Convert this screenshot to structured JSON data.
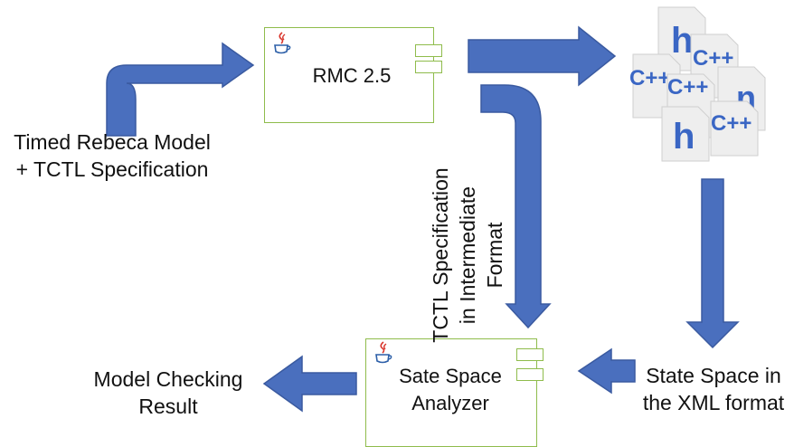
{
  "nodes": {
    "input": "Timed Rebeca Model\n+ TCTL Specification",
    "rmc": "RMC 2.5",
    "analyzer": "Sate Space\nAnalyzer",
    "result": "Model Checking\nResult",
    "xml": "State Space in\nthe XML format"
  },
  "edges": {
    "tctl": "TCTL Specification\nin Intermediate\nFormat"
  },
  "icons": {
    "component_logo": "java-cup-icon",
    "generated_files": "cpp-header-files-icon"
  },
  "colors": {
    "arrow": "#4a6fbe",
    "arrow_stroke": "#3a5aa0",
    "component_border": "#8fbc4c",
    "cpp_blue": "#3a66c4",
    "file_bg": "#eeeeee"
  }
}
